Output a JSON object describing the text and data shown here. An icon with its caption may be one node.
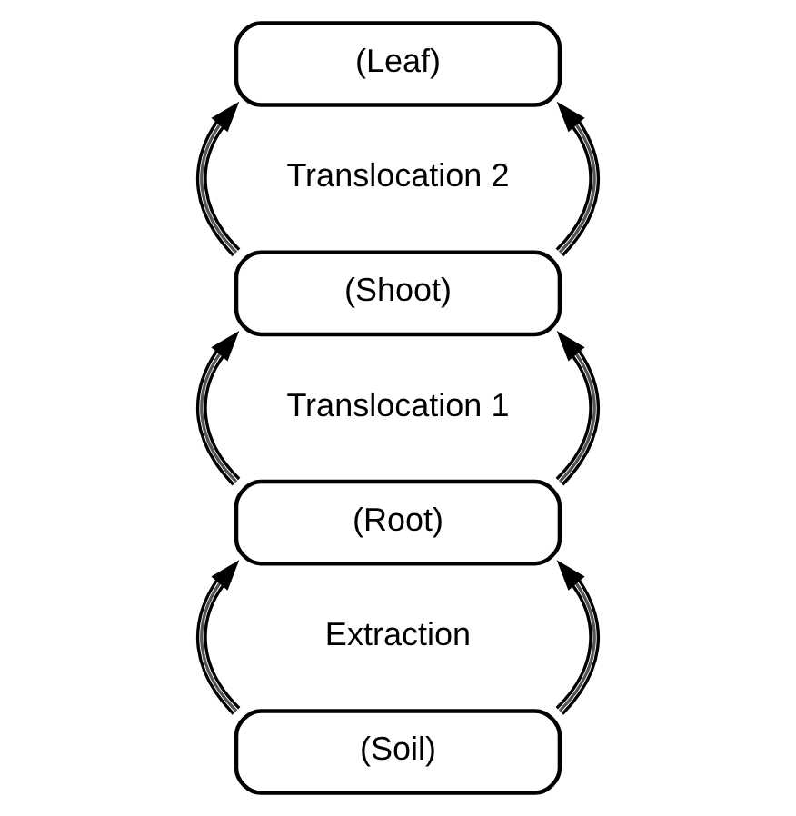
{
  "diagram": {
    "nodes": [
      {
        "text": [
          "(Leaf)"
        ]
      },
      {
        "text": [
          "(Shoot)"
        ]
      },
      {
        "text": [
          "(Root)"
        ]
      },
      {
        "text": [
          "(Soil)"
        ]
      }
    ],
    "edges": [
      {
        "from": 1,
        "to": 0,
        "arrow": "to"
      },
      {
        "from": 1,
        "to": 0,
        "arrow": "to"
      },
      {
        "from": 2,
        "to": 1,
        "arrow": "to"
      },
      {
        "from": 2,
        "to": 1,
        "arrow": "to"
      },
      {
        "from": 3,
        "to": 2,
        "arrow": "to"
      },
      {
        "from": 3,
        "to": 2,
        "arrow": "to"
      }
    ],
    "labels": [
      "Translocation 2",
      "Translocation 1",
      "Extraction"
    ]
  }
}
